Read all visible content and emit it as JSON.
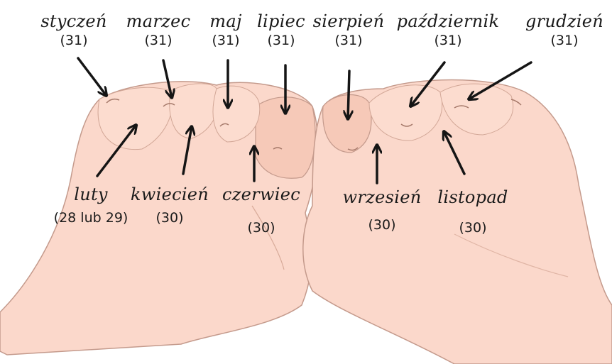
{
  "months_top": [
    {
      "id": "january",
      "name": "styczeń",
      "days": "(31)"
    },
    {
      "id": "march",
      "name": "marzec",
      "days": "(31)"
    },
    {
      "id": "may",
      "name": "maj",
      "days": "(31)"
    },
    {
      "id": "july",
      "name": "lipiec",
      "days": "(31)"
    },
    {
      "id": "august",
      "name": "sierpień",
      "days": "(31)"
    },
    {
      "id": "october",
      "name": "październik",
      "days": "(31)"
    },
    {
      "id": "december",
      "name": "grudzień",
      "days": "(31)"
    }
  ],
  "months_bottom": [
    {
      "id": "february",
      "name": "luty",
      "days": "(28 lub 29)"
    },
    {
      "id": "april",
      "name": "kwiecień",
      "days": "(30)"
    },
    {
      "id": "june",
      "name": "czerwiec",
      "days": "(30)"
    },
    {
      "id": "september",
      "name": "wrzesień",
      "days": "(30)"
    },
    {
      "id": "november",
      "name": "listopad",
      "days": "(30)"
    }
  ],
  "colors": {
    "skin": "#fbd8cb",
    "skin_shadow": "#f0bfae",
    "outline": "#c49a8c",
    "arrow": "#151515"
  }
}
